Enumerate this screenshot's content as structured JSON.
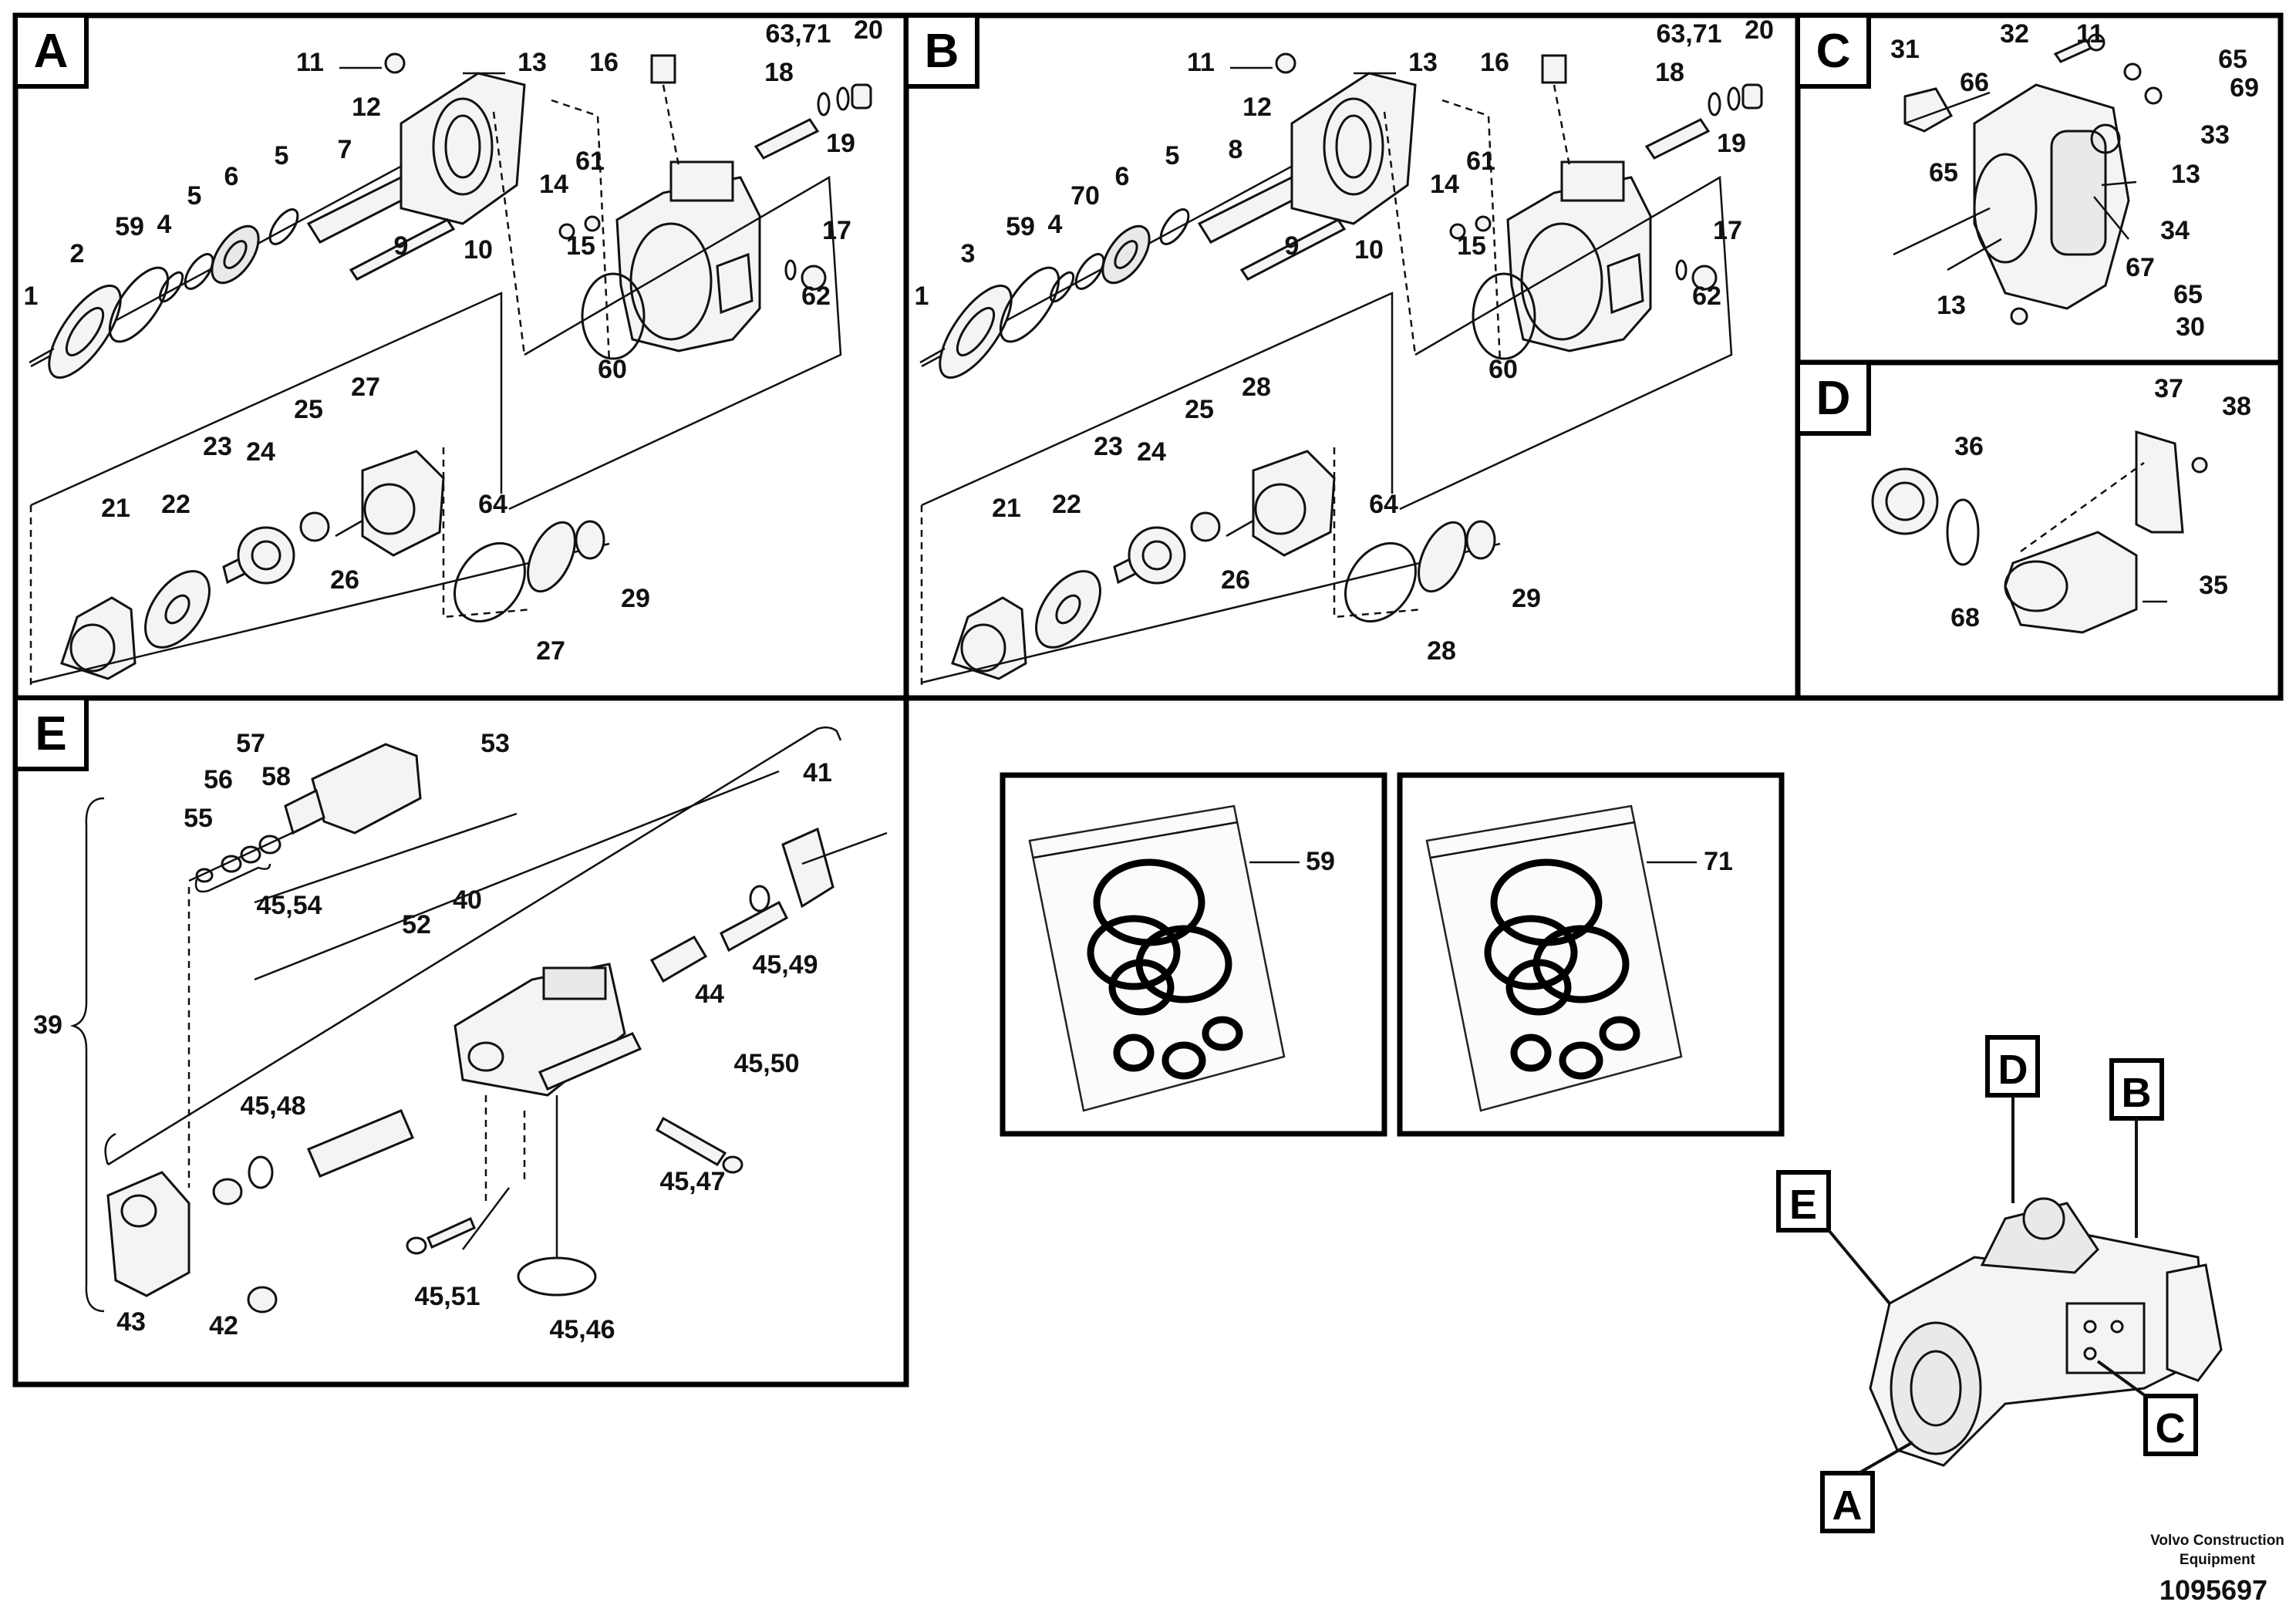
{
  "panels": {
    "A": {
      "letter": "A",
      "labels": [
        "11",
        "12",
        "13",
        "16",
        "63,71",
        "20",
        "18",
        "19",
        "7",
        "5",
        "6",
        "5",
        "59",
        "4",
        "2",
        "1",
        "9",
        "10",
        "61",
        "14",
        "15",
        "17",
        "62",
        "60",
        "27",
        "25",
        "23",
        "24",
        "21",
        "22",
        "26",
        "64",
        "29",
        "27"
      ]
    },
    "B": {
      "letter": "B",
      "labels": [
        "11",
        "12",
        "13",
        "16",
        "63,71",
        "20",
        "18",
        "19",
        "8",
        "5",
        "6",
        "70",
        "59",
        "4",
        "3",
        "1",
        "9",
        "10",
        "61",
        "14",
        "15",
        "17",
        "62",
        "60",
        "28",
        "25",
        "23",
        "24",
        "21",
        "22",
        "26",
        "64",
        "29",
        "28"
      ]
    },
    "C": {
      "letter": "C",
      "labels": [
        "31",
        "32",
        "11",
        "66",
        "65",
        "69",
        "33",
        "65",
        "13",
        "34",
        "67",
        "13",
        "65",
        "30"
      ]
    },
    "D": {
      "letter": "D",
      "labels": [
        "37",
        "38",
        "36",
        "35",
        "68"
      ]
    },
    "E": {
      "letter": "E",
      "labels": [
        "57",
        "56",
        "58",
        "55",
        "53",
        "45,54",
        "52",
        "40",
        "41",
        "45,49",
        "44",
        "39",
        "45,48",
        "45,50",
        "45,47",
        "43",
        "42",
        "45,51",
        "45,46"
      ]
    }
  },
  "kits": [
    {
      "label": "59"
    },
    {
      "label": "71"
    }
  ],
  "overview": {
    "callouts": [
      "D",
      "B",
      "E",
      "C",
      "A"
    ]
  },
  "footer": {
    "company": "Volvo Construction Equipment",
    "company_line1": "Volvo Construction",
    "company_line2": "Equipment",
    "drawing_number": "1095697"
  }
}
